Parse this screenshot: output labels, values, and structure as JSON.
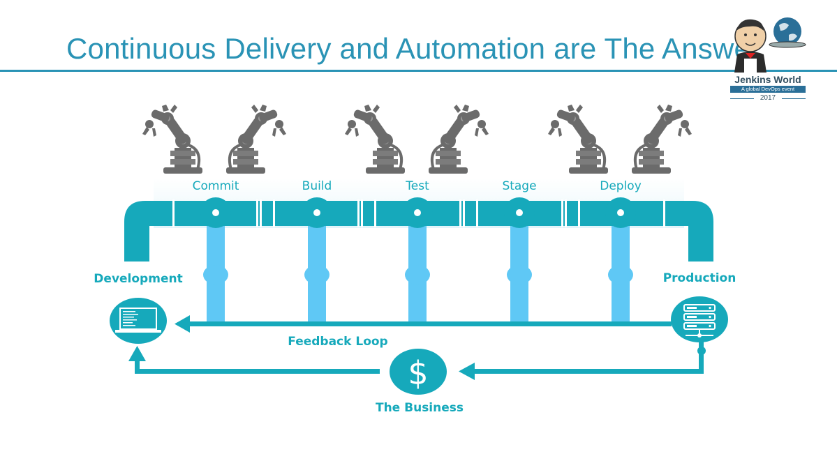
{
  "title": "Continuous Delivery and Automation are The Answer",
  "logo": {
    "name": "Jenkins World",
    "tagline": "A global DevOps event",
    "year": "2017"
  },
  "pipeline": {
    "stages": [
      "Commit",
      "Build",
      "Test",
      "Stage",
      "Deploy"
    ]
  },
  "labels": {
    "development": "Development",
    "production": "Production",
    "feedback_loop": "Feedback Loop",
    "business": "The Business",
    "business_symbol": "$"
  },
  "colors": {
    "title": "#2a93b5",
    "pipe": "#16a9bb",
    "valve": "#5fc8f5",
    "robot": "#6b6b6b"
  },
  "icons": [
    "robot-arm-icon",
    "laptop-icon",
    "server-icon",
    "dollar-icon",
    "jenkins-butler-icon",
    "globe-icon"
  ]
}
